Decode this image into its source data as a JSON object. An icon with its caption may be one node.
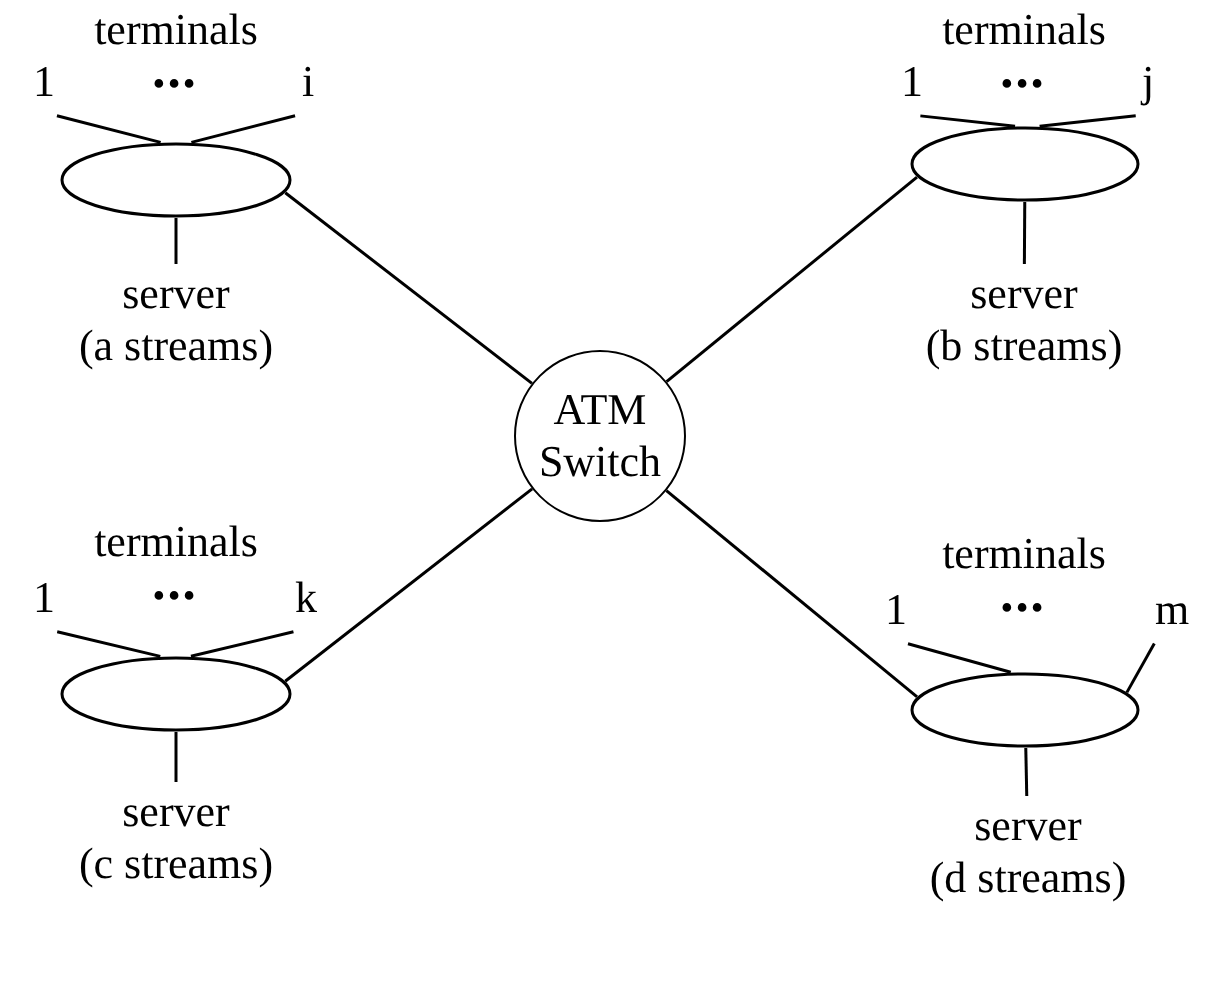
{
  "diagram": {
    "nodes": [
      {
        "text": [
          "1"
        ]
      },
      {
        "text": [
          "i"
        ]
      },
      {
        "text": [],
        "shape": "ellipse"
      },
      {
        "text": [
          "server (a streams)"
        ]
      },
      {
        "text": [
          "1"
        ]
      },
      {
        "text": [
          "j"
        ]
      },
      {
        "text": [],
        "shape": "ellipse"
      },
      {
        "text": [
          "server (b streams)"
        ]
      },
      {
        "text": [
          "ATM Switch"
        ]
      },
      {
        "text": [
          "1"
        ]
      },
      {
        "text": [
          "k"
        ]
      },
      {
        "text": [],
        "shape": "ellipse"
      },
      {
        "text": [
          "server (c streams)"
        ]
      },
      {
        "text": [
          "1"
        ]
      },
      {
        "text": [
          "m"
        ]
      },
      {
        "text": [],
        "shape": "ellipse"
      },
      {
        "text": [
          "server (d streams)"
        ]
      }
    ],
    "edges": [
      {
        "from": 2,
        "to": 0,
        "arrow": "none"
      },
      {
        "from": 2,
        "to": 1,
        "arrow": "none"
      },
      {
        "from": 2,
        "to": 3,
        "arrow": "none"
      },
      {
        "from": 6,
        "to": 4,
        "arrow": "none"
      },
      {
        "from": 6,
        "to": 5,
        "arrow": "none"
      },
      {
        "from": 6,
        "to": 7,
        "arrow": "none"
      },
      {
        "from": 2,
        "to": 8,
        "arrow": "none"
      },
      {
        "from": 6,
        "to": 8,
        "arrow": "none"
      },
      {
        "from": 11,
        "to": 8,
        "arrow": "none"
      },
      {
        "from": 15,
        "to": 8,
        "arrow": "none"
      },
      {
        "from": 11,
        "to": 9,
        "arrow": "none"
      },
      {
        "from": 11,
        "to": 10,
        "arrow": "none"
      },
      {
        "from": 11,
        "to": 12,
        "arrow": "none"
      },
      {
        "from": 15,
        "to": 13,
        "arrow": "none"
      },
      {
        "from": 15,
        "to": 14,
        "arrow": "none"
      },
      {
        "from": 15,
        "to": 16,
        "arrow": "none"
      }
    ],
    "labels": [
      "terminals",
      "•••",
      "terminals",
      "•••",
      "terminals",
      "•••",
      "terminals",
      "•••"
    ]
  }
}
